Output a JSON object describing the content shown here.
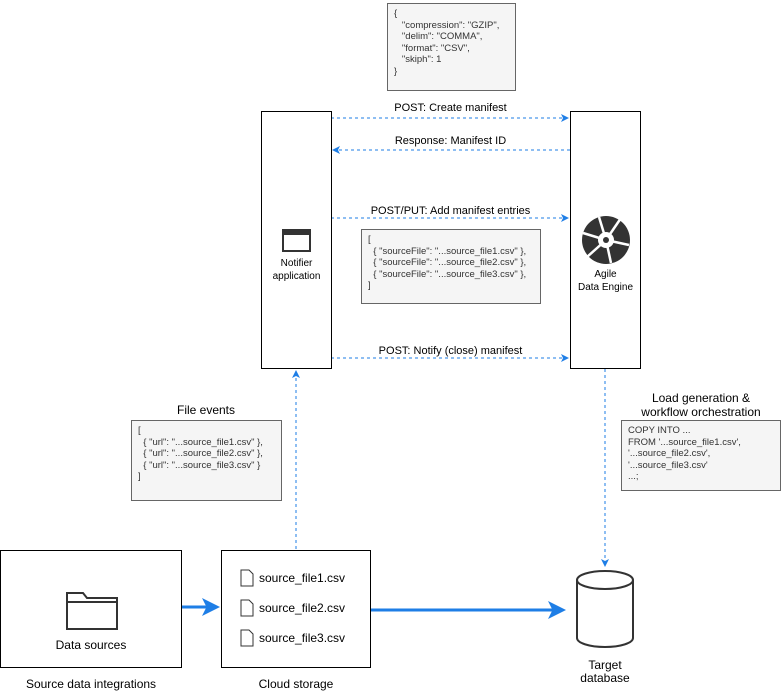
{
  "colors": {
    "arrow": "#1e7ee6",
    "code_bg": "#f5f5f5",
    "icon": "#333333"
  },
  "manifest_settings": "{\n   \"compression\": \"GZIP\",\n   \"delim\": \"COMMA\",\n   \"format\": \"CSV\",\n   \"skiph\": 1\n}",
  "notifier": {
    "label": "Notifier\napplication",
    "icon": "window-icon"
  },
  "engine": {
    "label": "Agile\nData Engine",
    "icon": "aperture-logo-icon"
  },
  "messages": {
    "create": "POST: Create manifest",
    "response": "Response: Manifest ID",
    "add_entries": "POST/PUT: Add manifest entries",
    "notify": "POST: Notify (close) manifest"
  },
  "manifest_entries": "[\n  { \"sourceFile\": \"...source_file1.csv\" },\n  { \"sourceFile\": \"...source_file2.csv\" },\n  { \"sourceFile\": \"...source_file3.csv\" },\n]",
  "file_events": {
    "title": "File events",
    "code": "[\n  { \"url\": \"...source_file1.csv\" },\n  { \"url\": \"...source_file2.csv\" },\n  { \"url\": \"...source_file3.csv\" }\n]"
  },
  "load": {
    "title": "Load generation &\nworkflow orchestration",
    "code": "COPY INTO ...\nFROM '...source_file1.csv',\n'...source_file2.csv',\n'...source_file3.csv'\n...;"
  },
  "data_sources": {
    "label": "Data sources",
    "caption": "Source data integrations",
    "icon": "folder-icon"
  },
  "cloud_storage": {
    "caption": "Cloud storage",
    "files": [
      "source_file1.csv",
      "source_file2.csv",
      "source_file3.csv"
    ]
  },
  "target": {
    "label": "Target\ndatabase",
    "icon": "database-icon"
  }
}
